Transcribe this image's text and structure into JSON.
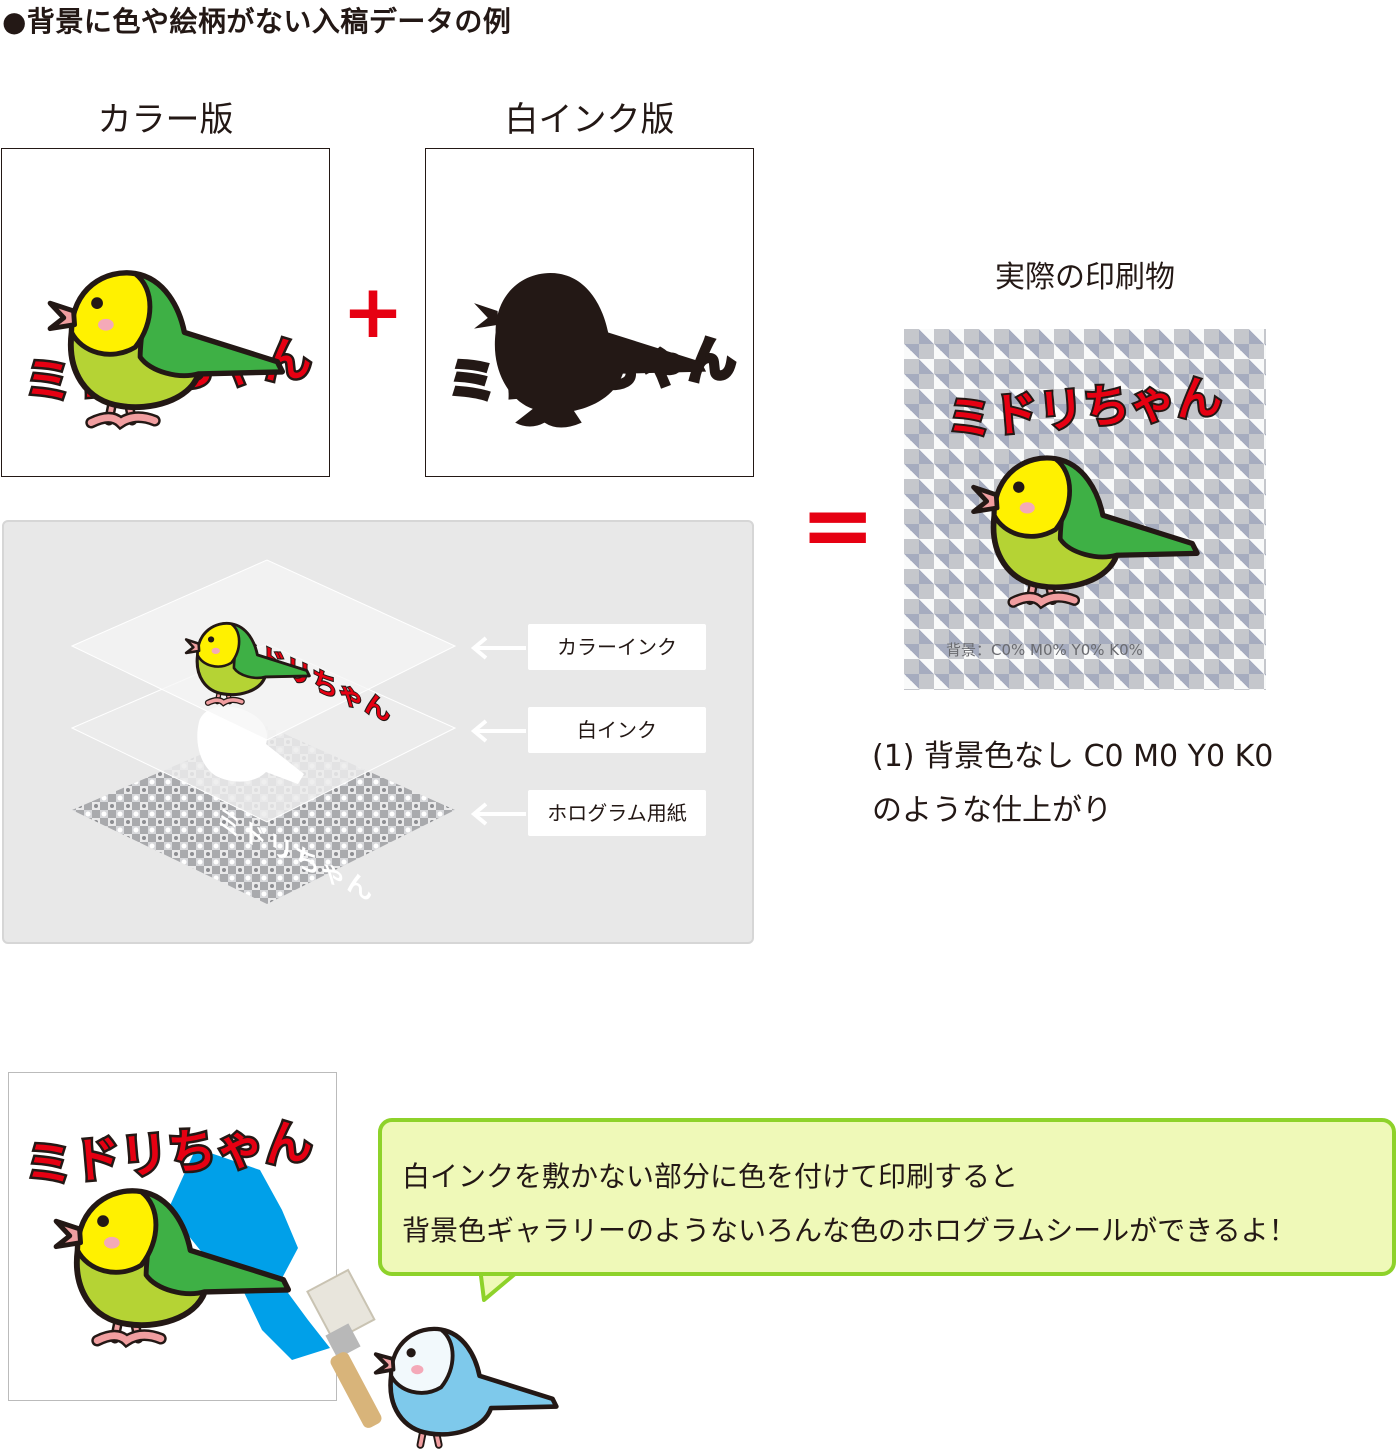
{
  "heading": "●背景に色や絵柄がない入稿データの例",
  "labels": {
    "color_plate": "カラー版",
    "white_plate": "白インク版",
    "actual_print": "実際の印刷物"
  },
  "operators": {
    "plus": "+",
    "equals": "="
  },
  "artwork_title": "ミドリちゃん",
  "sticker_small_print": "背景：C0% M0% Y0% K0%",
  "layers": [
    "カラーインク",
    "白インク",
    "ホログラム用紙"
  ],
  "caption": {
    "line1": "(1) 背景色なし C0 M0 Y0 K0",
    "line2": "のような仕上がり"
  },
  "bubble": {
    "line1": "白インクを敷かない部分に色を付けて印刷すると",
    "line2": "背景色ギャラリーのようないろんな色のホログラムシールができるよ！"
  },
  "colors": {
    "accent_red": "#e60012",
    "bubble_fill": "#eff9b8",
    "bubble_border": "#8ed22a",
    "bird_green": "#3eb045",
    "bird_yellow": "#fff100",
    "paint_blue": "#00a0e9"
  }
}
